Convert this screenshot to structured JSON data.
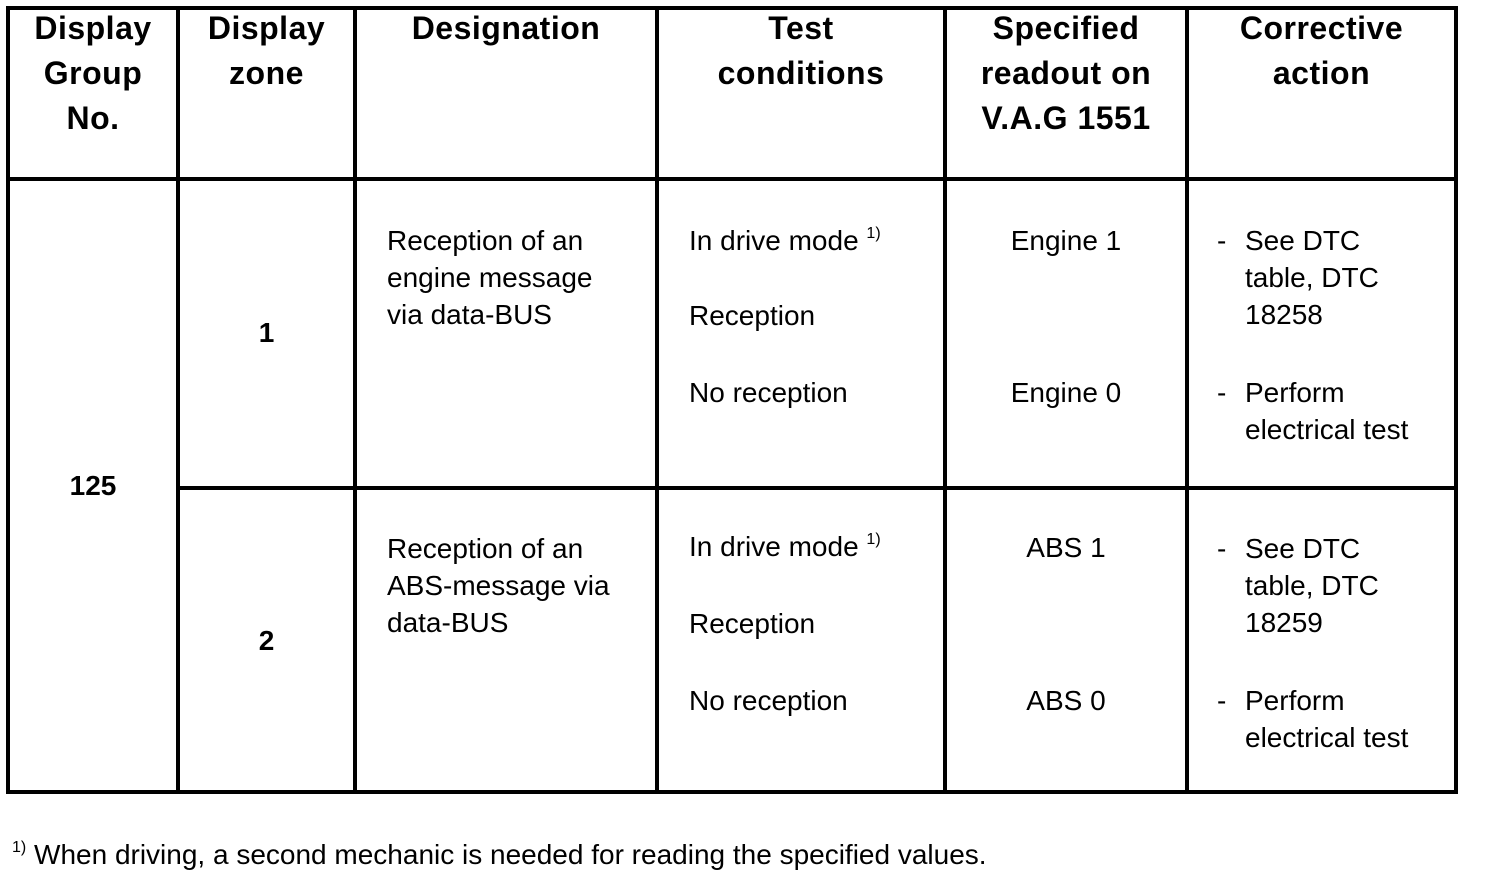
{
  "table": {
    "headers": {
      "display_group_no": [
        "Display",
        "Group",
        "No."
      ],
      "display_zone": [
        "Display",
        "zone"
      ],
      "designation": [
        "Designation"
      ],
      "test_conditions": [
        "Test",
        "conditions"
      ],
      "specified_readout": [
        "Specified",
        "readout on",
        "V.A.G 1551"
      ],
      "corrective_action": [
        "Corrective",
        "action"
      ]
    },
    "group_no": "125",
    "rows": [
      {
        "zone": "1",
        "designation": [
          "Reception of an",
          "engine message",
          "via data-BUS"
        ],
        "conditions": {
          "drive_mode": "In drive mode",
          "footnote_mark": "1)",
          "reception": "Reception",
          "no_reception": "No reception"
        },
        "readout": {
          "reception": "Engine 1",
          "no_reception": "Engine 0"
        },
        "actions": {
          "dash": "-",
          "first": [
            "See DTC",
            "table, DTC",
            "18258"
          ],
          "second": [
            "Perform",
            "electrical test"
          ]
        }
      },
      {
        "zone": "2",
        "designation": [
          "Reception of an",
          "ABS-message via",
          "data-BUS"
        ],
        "conditions": {
          "drive_mode": "In drive mode",
          "footnote_mark": "1)",
          "reception": "Reception",
          "no_reception": "No reception"
        },
        "readout": {
          "reception": "ABS 1",
          "no_reception": "ABS 0"
        },
        "actions": {
          "dash": "-",
          "first": [
            "See DTC",
            "table, DTC",
            "18259"
          ],
          "second": [
            "Perform",
            "electrical test"
          ]
        }
      }
    ]
  },
  "footnote": {
    "mark": "1)",
    "text": "When driving, a second mechanic is needed for reading the specified values."
  }
}
